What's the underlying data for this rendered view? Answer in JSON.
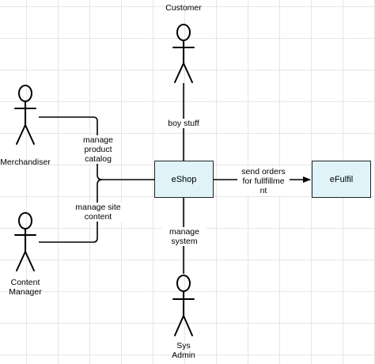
{
  "actors": {
    "customer": "Customer",
    "merchandiser": "Merchandiser",
    "content_manager": [
      "Content",
      "Manager"
    ],
    "sys_admin": [
      "Sys",
      "Admin"
    ]
  },
  "systems": {
    "eshop": "eShop",
    "efulfil": "eFulfil"
  },
  "edges": {
    "boy_stuff": "boy stuff",
    "manage_product_catalog": [
      "manage",
      "product",
      "catalog"
    ],
    "manage_site_content": [
      "manage site",
      "content"
    ],
    "manage_system": [
      "manage",
      "system"
    ],
    "send_orders": [
      "send orders",
      "for fullfillme",
      "nt"
    ]
  },
  "colors": {
    "box_fill": "#dff3f8",
    "line": "#000000",
    "grid": "#e6e6e6"
  }
}
